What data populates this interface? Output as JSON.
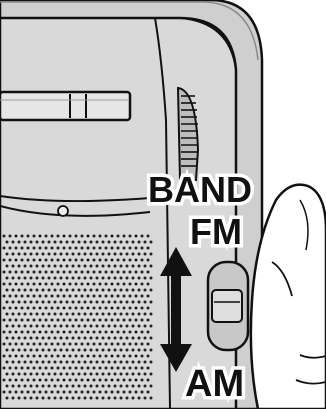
{
  "illustration": {
    "subject": "portable-radio-band-switch",
    "colors": {
      "radio_face": "#d9d9d9",
      "radio_side": "#b8b8b8",
      "outline": "#111111",
      "finger": "#ffffff",
      "arrow": "#111111",
      "background": "#ffffff"
    }
  },
  "labels": {
    "band": "BAND",
    "fm": "FM",
    "am": "AM"
  },
  "icons": {
    "arrow": "double-headed-vertical-arrow",
    "hand": "finger-pointing"
  }
}
